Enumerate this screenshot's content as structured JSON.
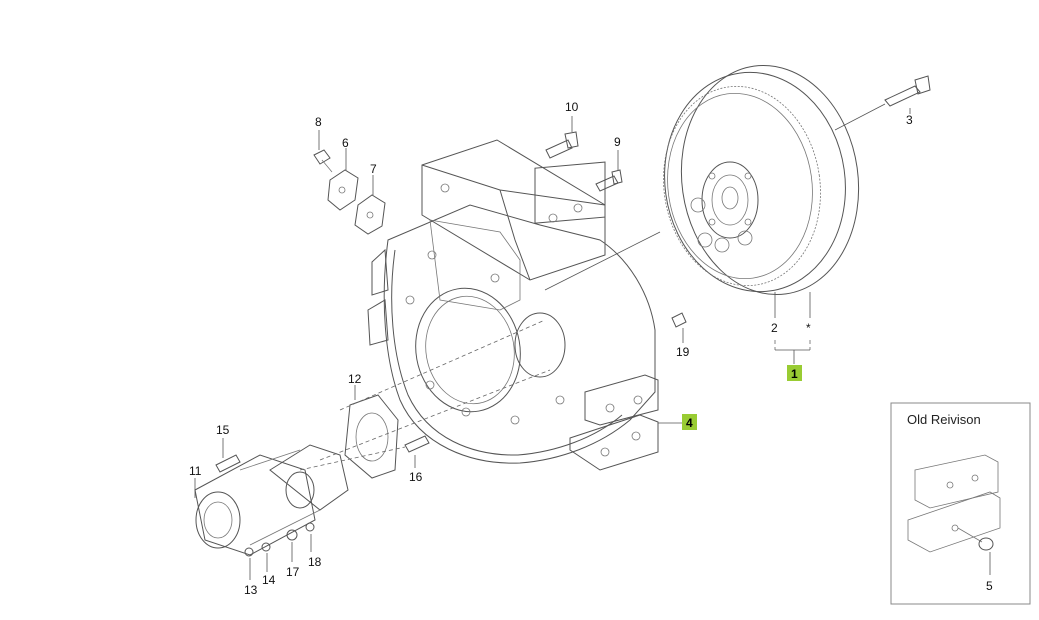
{
  "diagram": {
    "callouts": {
      "assembly_1": {
        "label": "1",
        "color": "#99cc33"
      },
      "assembly_4": {
        "label": "4",
        "color": "#99cc33"
      }
    },
    "labels": {
      "p2": "2",
      "p3": "3",
      "p6": "6",
      "p7": "7",
      "p8": "8",
      "p9": "9",
      "p10": "10",
      "p11": "11",
      "p12": "12",
      "p13": "13",
      "p14": "14",
      "p15": "15",
      "p16": "16",
      "p17": "17",
      "p18": "18",
      "p19": "19",
      "star": "*"
    },
    "inset": {
      "title": "Old Reivison",
      "part_label": "5"
    }
  }
}
